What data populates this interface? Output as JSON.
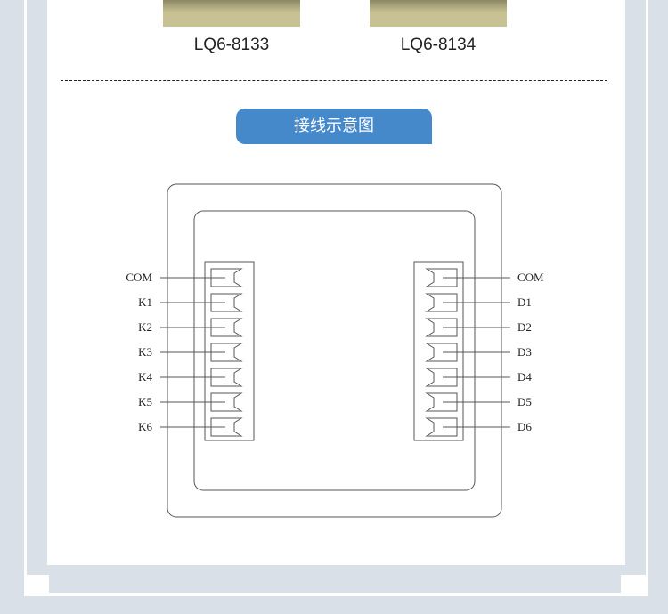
{
  "products": [
    {
      "model": "LQ6-8133"
    },
    {
      "model": "LQ6-8134"
    }
  ],
  "section_title": "接线示意图",
  "diagram": {
    "left_labels": [
      "COM",
      "K1",
      "K2",
      "K3",
      "K4",
      "K5",
      "K6"
    ],
    "right_labels": [
      "COM",
      "D1",
      "D2",
      "D3",
      "D4",
      "D5",
      "D6"
    ]
  }
}
